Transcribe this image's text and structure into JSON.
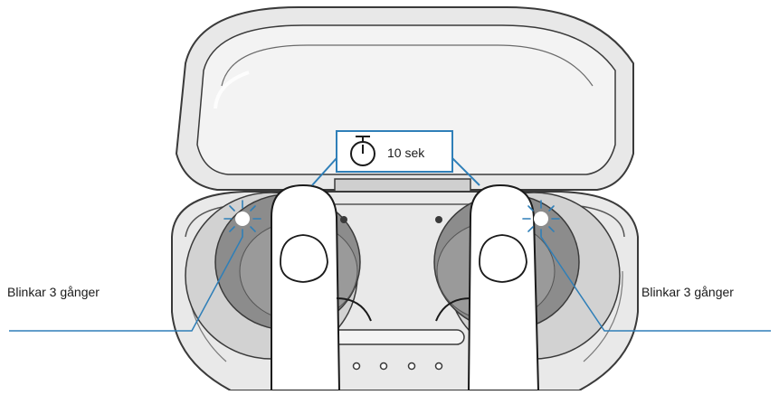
{
  "timer": {
    "text": "10 sek",
    "icon": "stopwatch-icon"
  },
  "labels": {
    "left": "Blinkar 3 gånger",
    "right": "Blinkar 3 gånger"
  },
  "colors": {
    "callout": "#2f7fb8",
    "case_outline": "#3a3a3a",
    "case_fill": "#e9e9e9",
    "earbud_fill": "#8c8c8c"
  }
}
